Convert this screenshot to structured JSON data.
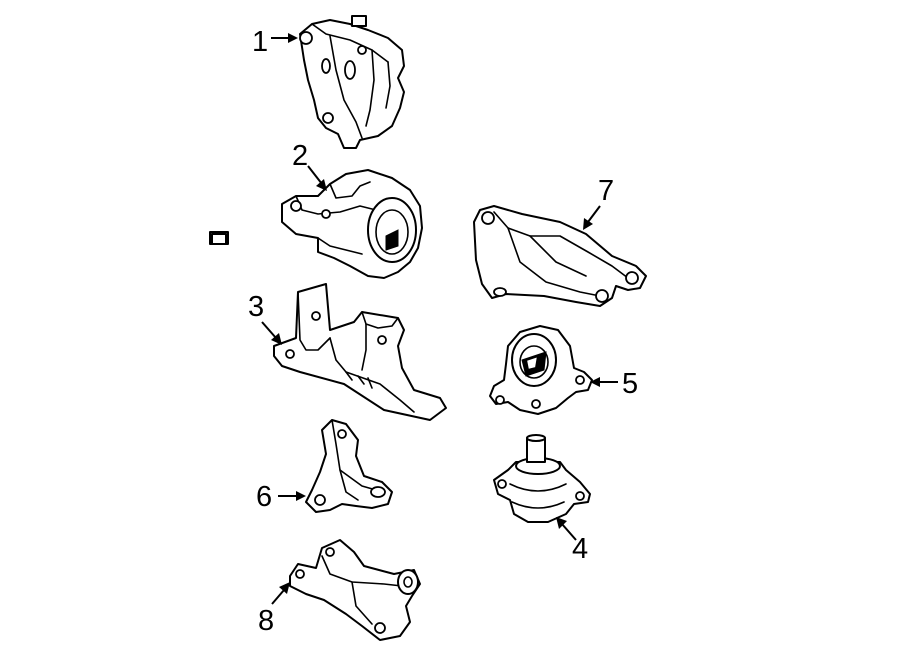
{
  "callouts": [
    {
      "id": "1"
    },
    {
      "id": "2"
    },
    {
      "id": "3"
    },
    {
      "id": "4"
    },
    {
      "id": "5"
    },
    {
      "id": "6"
    },
    {
      "id": "7"
    },
    {
      "id": "8"
    }
  ],
  "colors": {
    "line": "#000000",
    "fill": "#ffffff",
    "background": "#ffffff"
  }
}
